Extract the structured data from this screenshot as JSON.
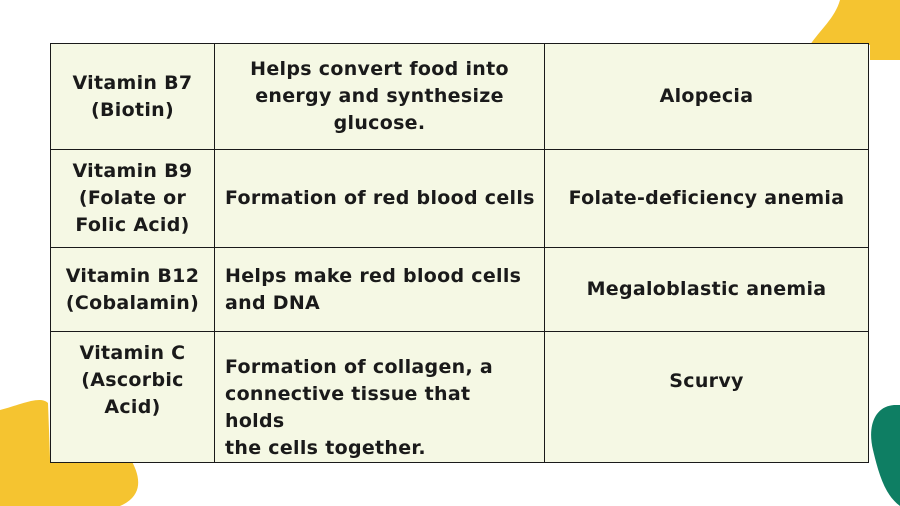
{
  "colors": {
    "table_bg": "#f5f8e4",
    "border": "#1a1a1a",
    "blob_yellow": "#f5c430",
    "blob_green": "#0e7e63"
  },
  "rows": [
    {
      "vitamin": [
        "Vitamin B7",
        "(Biotin)"
      ],
      "function": [
        "Helps convert food into",
        "energy and synthesize",
        "glucose."
      ],
      "deficiency": "Alopecia"
    },
    {
      "vitamin": [
        "Vitamin B9",
        "(Folate or",
        "Folic Acid)"
      ],
      "function": [
        "Formation of red blood cells"
      ],
      "deficiency": "Folate-deficiency anemia"
    },
    {
      "vitamin": [
        "Vitamin B12",
        "(Cobalamin)"
      ],
      "function": [
        "Helps make red blood cells",
        "and DNA"
      ],
      "deficiency": "Megaloblastic anemia"
    },
    {
      "vitamin": [
        "Vitamin C",
        "(Ascorbic",
        "Acid)"
      ],
      "function": [
        "Formation of collagen, a",
        "connective tissue that holds",
        "the cells together."
      ],
      "deficiency": "Scurvy"
    }
  ]
}
